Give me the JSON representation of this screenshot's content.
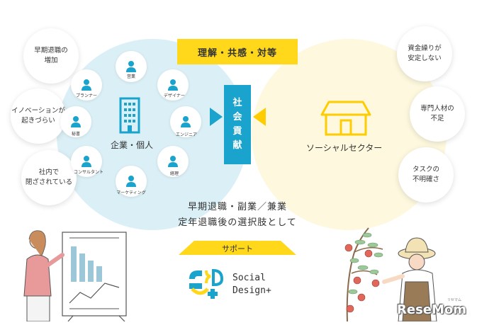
{
  "banner": {
    "top": "理解・共感・対等"
  },
  "center_bar": {
    "chars": [
      "社",
      "会",
      "貢",
      "献"
    ]
  },
  "left_circle": {
    "label": "企業・個人",
    "roles": [
      "営業",
      "プランナー",
      "デザイナー",
      "秘書",
      "エンジニア",
      "コンサルタント",
      "経理",
      "マーケティング"
    ]
  },
  "right_circle": {
    "label": "ソーシャルセクター"
  },
  "left_bubbles": [
    {
      "lines": "早期退職の\n増加"
    },
    {
      "lines": "イノベーションが\n起きづらい"
    },
    {
      "lines": "社内で\n閉ざされている"
    }
  ],
  "right_bubbles": [
    {
      "lines": "資金繰りが\n安定しない"
    },
    {
      "lines": "専門人材の\n不足"
    },
    {
      "lines": "タスクの\n不明確さ"
    }
  ],
  "caption": {
    "line1": "早期退職・副業／兼業",
    "line2": "定年退職後の選択肢として"
  },
  "support": {
    "label": "サポート"
  },
  "logo": {
    "line1": "Social",
    "line2": "Design+"
  },
  "watermark": {
    "main": "ReseMom",
    "small": "リセマム"
  },
  "colors": {
    "blue": "#1aa3cc",
    "yellow": "#ffd81c",
    "light_blue": "#dbf0f6",
    "light_yellow": "#fdf8de"
  }
}
